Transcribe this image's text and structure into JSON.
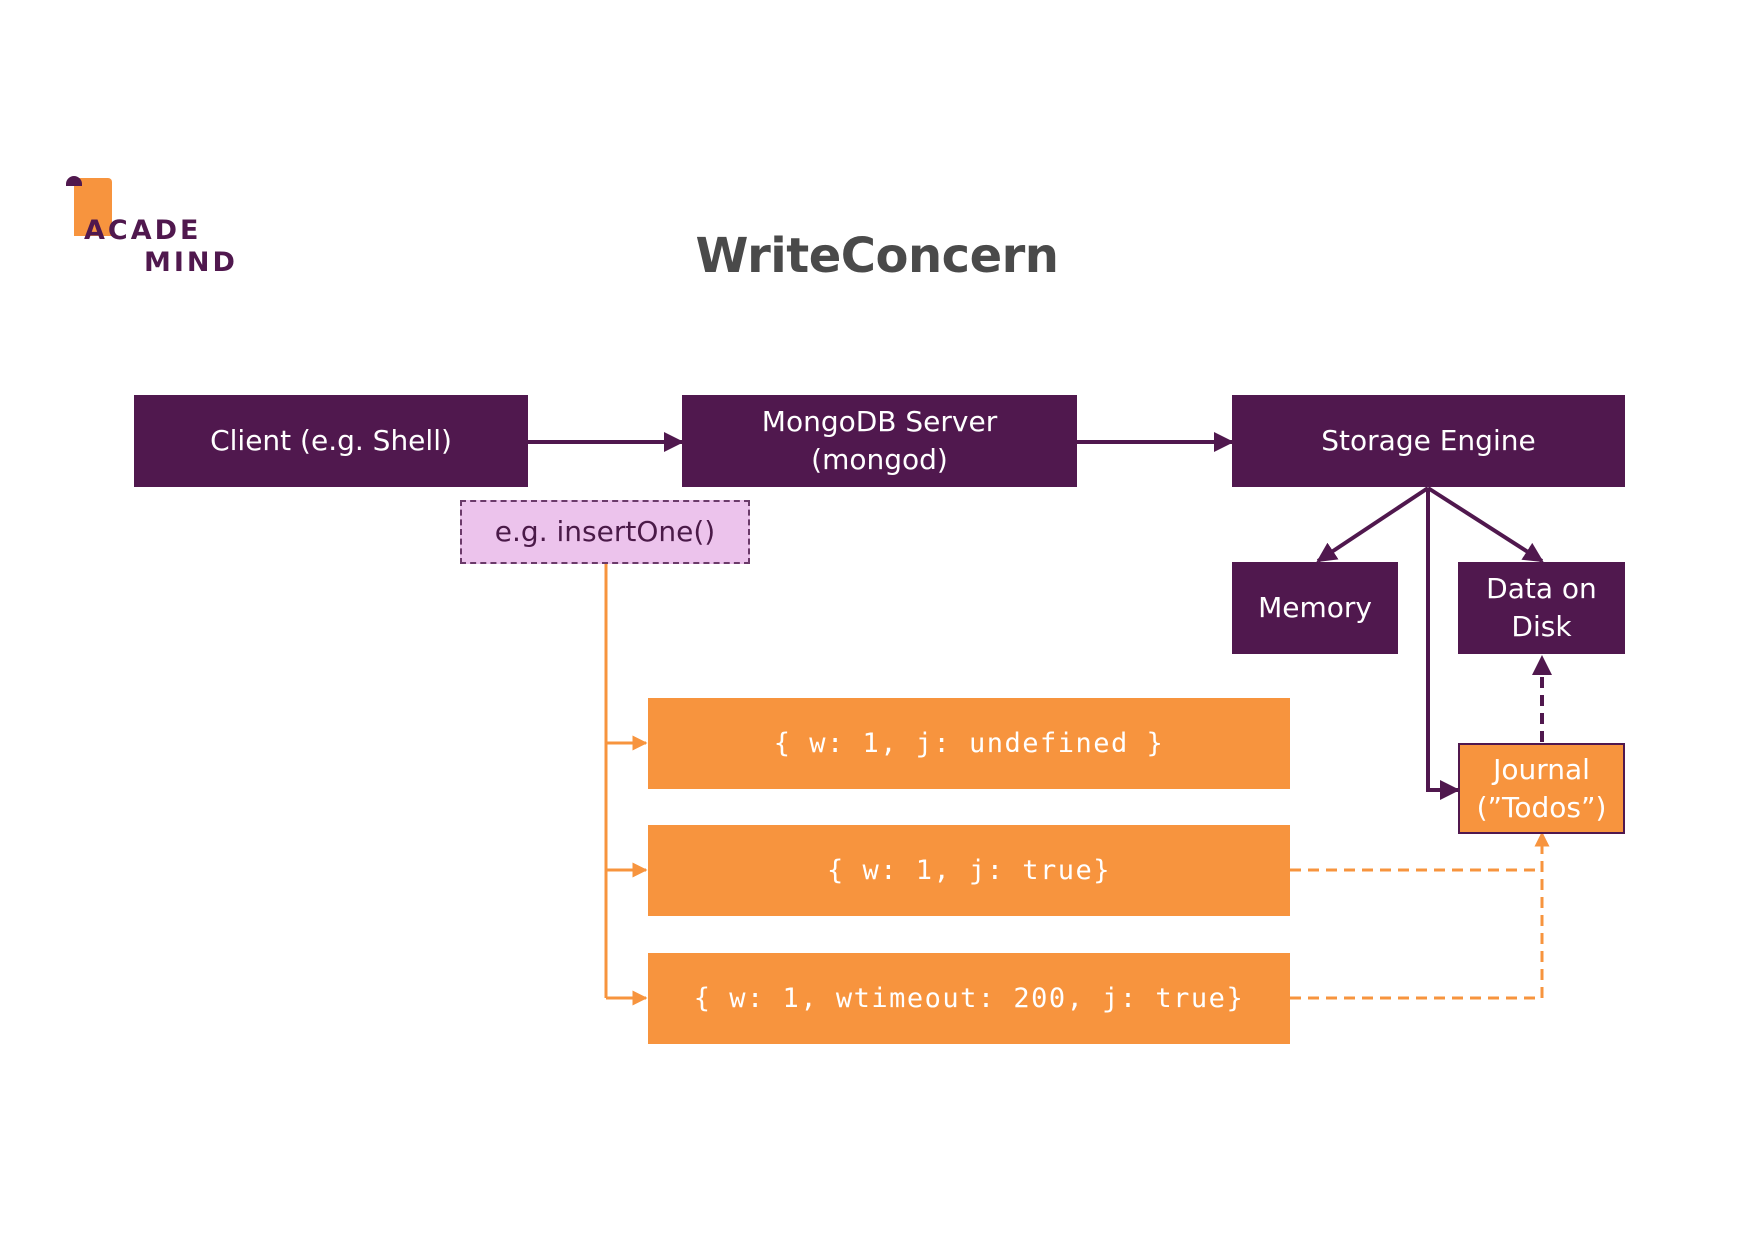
{
  "logo": {
    "line1": "ACADE",
    "line2": "MIND"
  },
  "title": "WriteConcern",
  "nodes": {
    "client": "Client (e.g. Shell)",
    "server": "MongoDB Server\n(mongod)",
    "storage": "Storage Engine",
    "memory": "Memory",
    "disk": "Data on\nDisk",
    "journal": "Journal\n(”Todos”)",
    "operation": "e.g. insertOne()"
  },
  "write_concerns": [
    "{ w: 1, j: undefined }",
    "{ w: 1, j: true}",
    "{ w: 1, wtimeout: 200, j: true}"
  ],
  "colors": {
    "purple": "#50184e",
    "orange": "#f7943e",
    "pink": "#ecc3ec",
    "title": "#4a4a4a"
  }
}
